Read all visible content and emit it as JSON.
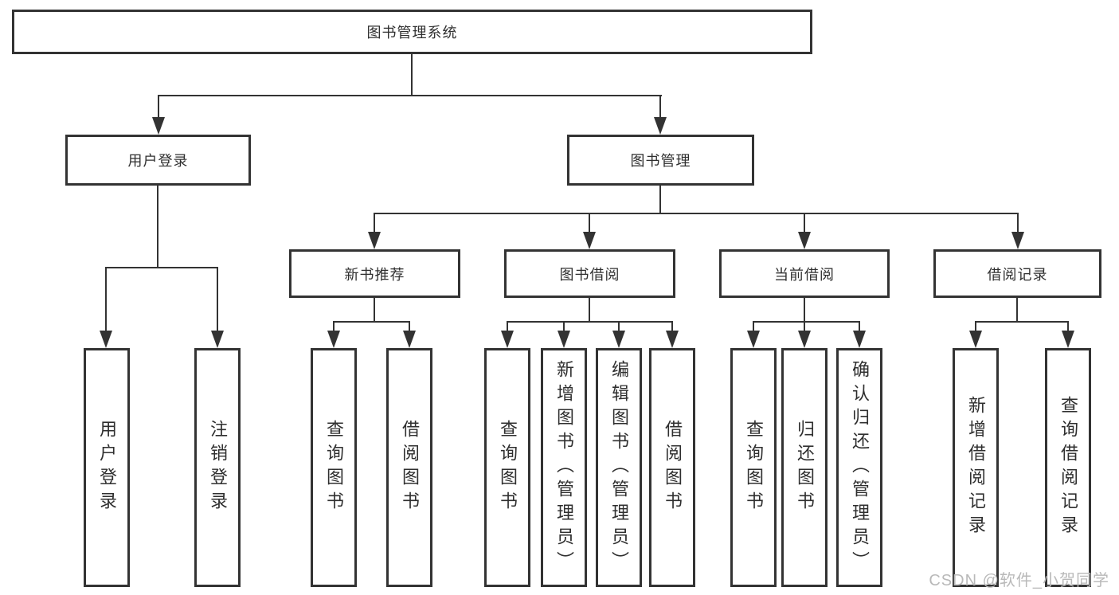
{
  "tree": {
    "root": {
      "label": "图书管理系统"
    },
    "branches": [
      {
        "label": "用户登录",
        "leaves": [
          {
            "label": "用户登录"
          },
          {
            "label": "注销登录"
          }
        ]
      },
      {
        "label": "图书管理",
        "groups": [
          {
            "label": "新书推荐",
            "leaves": [
              {
                "label": "查询图书"
              },
              {
                "label": "借阅图书"
              }
            ]
          },
          {
            "label": "图书借阅",
            "leaves": [
              {
                "label": "查询图书"
              },
              {
                "label": "新增图书（管理员）"
              },
              {
                "label": "编辑图书（管理员）"
              },
              {
                "label": "借阅图书"
              }
            ]
          },
          {
            "label": "当前借阅",
            "leaves": [
              {
                "label": "查询图书"
              },
              {
                "label": "归还图书"
              },
              {
                "label": "确认归还（管理员）"
              }
            ]
          },
          {
            "label": "借阅记录",
            "leaves": [
              {
                "label": "新增借阅记录"
              },
              {
                "label": "查询借阅记录"
              }
            ]
          }
        ]
      }
    ]
  },
  "watermark": {
    "text": "CSDN @软件_小贺同学"
  },
  "colors": {
    "line": "#333333",
    "text": "#2f2f2f",
    "background": "#ffffff",
    "watermark": "#b9b9b9"
  }
}
